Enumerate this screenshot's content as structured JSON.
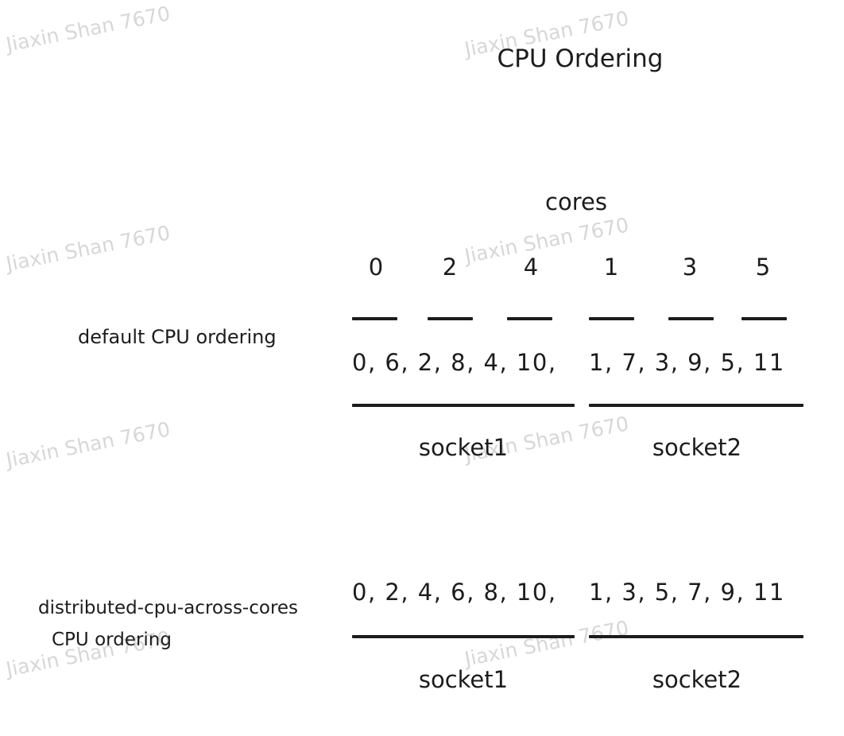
{
  "title": "CPU Ordering",
  "watermark": "Jiaxin Shan 7670",
  "cores": {
    "label": "cores",
    "numbers": [
      "0",
      "2",
      "4",
      "1",
      "3",
      "5"
    ]
  },
  "default_ordering": {
    "label": "default  CPU ordering",
    "socket1_cpus": "0, 6, 2, 8, 4, 10,",
    "socket2_cpus": "1, 7, 3, 9, 5, 11",
    "socket1": "socket1",
    "socket2": "socket2"
  },
  "distributed_ordering": {
    "label_line1": "distributed-cpu-across-cores",
    "label_line2": "CPU ordering",
    "socket1_cpus": "0, 2, 4, 6, 8, 10,",
    "socket2_cpus": "1, 3, 5, 7, 9, 11",
    "socket1": "socket1",
    "socket2": "socket2"
  }
}
